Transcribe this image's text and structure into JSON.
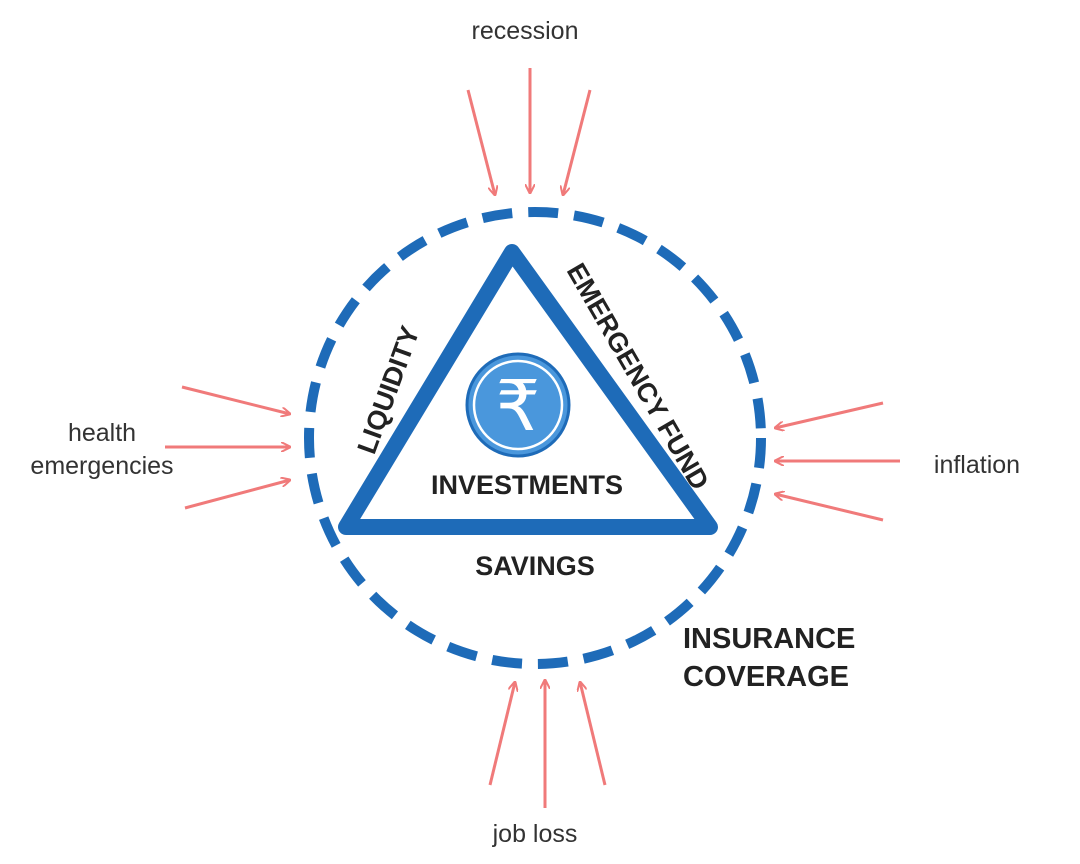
{
  "threats": {
    "top": "recession",
    "left_line1": "health",
    "left_line2": "emergencies",
    "right": "inflation",
    "bottom": "job loss"
  },
  "pillars": {
    "left": "LIQUIDITY",
    "right": "EMERGENCY FUND",
    "bottom": "SAVINGS",
    "center": "INVESTMENTS"
  },
  "coverage": {
    "line1": "INSURANCE",
    "line2": "COVERAGE"
  },
  "symbol": {
    "glyph": "₹",
    "icon": "rupee-icon"
  },
  "colors": {
    "blue": "#1e6bb8",
    "coin": "#4a97dc",
    "arrow": "#f07a7a",
    "text": "#333333"
  }
}
